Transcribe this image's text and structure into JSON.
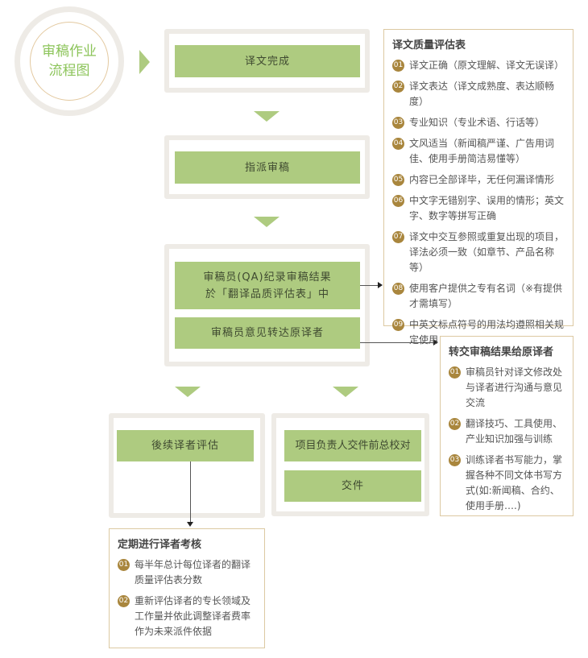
{
  "title": "审稿作业流程图",
  "title_lines": [
    "审稿作业",
    "流程图"
  ],
  "colors": {
    "green": "#aecb80",
    "ring": "#eeebe6",
    "badge": "#a9863d",
    "title": "#8cc45a"
  },
  "steps": {
    "s1": "译文完成",
    "s2": "指派审稿",
    "s3a": "审稿员(QA)纪录审稿结果於「翻译品质评估表」中",
    "s3a_lines": [
      "审稿员(QA)纪录审稿结果",
      "於「翻译品质评估表」中"
    ],
    "s3b": "审稿员意见转达原译者",
    "s4": "後续译者评估",
    "s5a": "项目负责人交件前总校对",
    "s5b": "交件"
  },
  "quality_panel": {
    "title": "译文质量评估表",
    "items": [
      {
        "num": "01",
        "text": "译文正确（原文理解、译文无误译）"
      },
      {
        "num": "02",
        "text": "译文表达（译文成熟度、表达顺畅度）"
      },
      {
        "num": "03",
        "text": "专业知识（专业术语、行话等）"
      },
      {
        "num": "04",
        "text": "文风适当（新闻稿严谨、广告用词佳、使用手册简洁易懂等）"
      },
      {
        "num": "05",
        "text": "内容已全部译毕，无任何漏译情形"
      },
      {
        "num": "06",
        "text": "中文字无错别字、误用的情形；英文字、数字等拼写正确"
      },
      {
        "num": "07",
        "text": "译文中交互参照或重复出现的项目，译法必须一致（如章节、产品名称等）"
      },
      {
        "num": "08",
        "text": "使用客户提供之专有名词（※有提供才需填写）"
      },
      {
        "num": "09",
        "text": "中英文标点符号的用法均遵照相关规定使用"
      }
    ]
  },
  "feedback_panel": {
    "title": "转交审稿结果给原译者",
    "items": [
      {
        "num": "01",
        "text": "审稿员针对译文修改处与译者进行沟通与意见交流"
      },
      {
        "num": "02",
        "text": "翻译技巧、工具使用、产业知识加强与训练"
      },
      {
        "num": "03",
        "text": "训练译者书写能力，掌握各种不同文体书写方式(如:新闻稿、合约、使用手册….)"
      }
    ]
  },
  "review_panel": {
    "title": "定期进行译者考核",
    "items": [
      {
        "num": "01",
        "text": "每半年总计每位译者的翻译质量评估表分数"
      },
      {
        "num": "02",
        "text": "重新评估译者的专长领域及工作量并依此调整译者费率作为未来派件依据"
      }
    ]
  }
}
